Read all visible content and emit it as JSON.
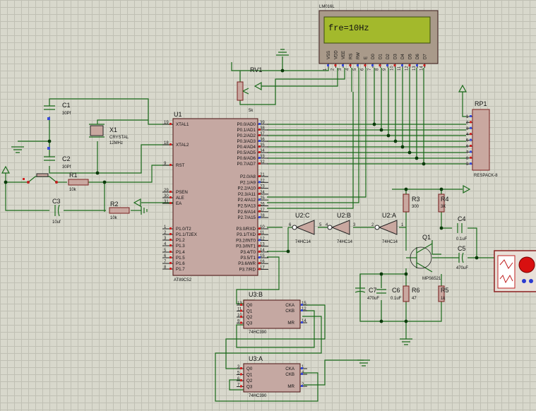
{
  "lcd": {
    "title": "LM016L",
    "display_text": "fre=10Hz",
    "pins": [
      "VSS",
      "VDD",
      "VEE",
      "RS",
      "RW",
      "E",
      "D0",
      "D1",
      "D2",
      "D3",
      "D4",
      "D5",
      "D6",
      "D7"
    ],
    "pin_nums": [
      "1",
      "2",
      "3",
      "4",
      "5",
      "6",
      "7",
      "8",
      "9",
      "10",
      "11",
      "12",
      "13",
      "14"
    ]
  },
  "u1": {
    "ref": "U1",
    "part": "AT89C52",
    "left_pins": [
      {
        "num": "19",
        "name": "XTAL1"
      },
      {
        "num": "18",
        "name": "XTAL2"
      },
      {
        "num": "9",
        "name": "RST"
      },
      {
        "num": "29",
        "name": "PSEN"
      },
      {
        "num": "30",
        "name": "ALE"
      },
      {
        "num": "31",
        "name": "EA"
      },
      {
        "num": "1",
        "name": "P1.0/T2"
      },
      {
        "num": "2",
        "name": "P1.1/T2EX"
      },
      {
        "num": "3",
        "name": "P1.2"
      },
      {
        "num": "4",
        "name": "P1.3"
      },
      {
        "num": "5",
        "name": "P1.4"
      },
      {
        "num": "6",
        "name": "P1.5"
      },
      {
        "num": "7",
        "name": "P1.6"
      },
      {
        "num": "8",
        "name": "P1.7"
      }
    ],
    "right_pins": [
      {
        "num": "39",
        "name": "P0.0/AD0"
      },
      {
        "num": "38",
        "name": "P0.1/AD1"
      },
      {
        "num": "37",
        "name": "P0.2/AD2"
      },
      {
        "num": "36",
        "name": "P0.3/AD3"
      },
      {
        "num": "35",
        "name": "P0.4/AD4"
      },
      {
        "num": "34",
        "name": "P0.5/AD5"
      },
      {
        "num": "33",
        "name": "P0.6/AD6"
      },
      {
        "num": "32",
        "name": "P0.7/AD7"
      },
      {
        "num": "21",
        "name": "P2.0/A8"
      },
      {
        "num": "22",
        "name": "P2.1/A9"
      },
      {
        "num": "23",
        "name": "P2.2/A10"
      },
      {
        "num": "24",
        "name": "P2.3/A11"
      },
      {
        "num": "25",
        "name": "P2.4/A12"
      },
      {
        "num": "26",
        "name": "P2.5/A13"
      },
      {
        "num": "27",
        "name": "P2.6/A14"
      },
      {
        "num": "28",
        "name": "P2.7/A15"
      },
      {
        "num": "10",
        "name": "P3.0/RXD"
      },
      {
        "num": "11",
        "name": "P3.1/TXD"
      },
      {
        "num": "12",
        "name": "P3.2/INT0"
      },
      {
        "num": "13",
        "name": "P3.3/INT1"
      },
      {
        "num": "14",
        "name": "P3.4/T0"
      },
      {
        "num": "15",
        "name": "P3.5/T1"
      },
      {
        "num": "16",
        "name": "P3.6/WR"
      },
      {
        "num": "17",
        "name": "P3.7/RD"
      }
    ]
  },
  "components": {
    "c1": {
      "ref": "C1",
      "value": "30Pf"
    },
    "c2": {
      "ref": "C2",
      "value": "30Pf"
    },
    "x1": {
      "ref": "X1",
      "type": "CRYSTAL",
      "value": "12MHz"
    },
    "r1": {
      "ref": "R1",
      "value": "10k"
    },
    "c3": {
      "ref": "C3",
      "value": "10uf"
    },
    "r2": {
      "ref": "R2",
      "value": "10k"
    },
    "rv1": {
      "ref": "RV1",
      "value": "5k"
    },
    "rp1": {
      "ref": "RP1",
      "part": "RESPACK-8"
    },
    "r3": {
      "ref": "R3",
      "value": "300"
    },
    "r4": {
      "ref": "R4",
      "value": "3K"
    },
    "c4": {
      "ref": "C4",
      "value": "0.1uF"
    },
    "c5": {
      "ref": "C5",
      "value": "470uF"
    },
    "q1": {
      "ref": "Q1",
      "part": "MPS6521"
    },
    "c7": {
      "ref": "C7",
      "value": "470uF"
    },
    "c6": {
      "ref": "C6",
      "value": "0.1uF"
    },
    "r6": {
      "ref": "R6",
      "value": "47"
    },
    "r5": {
      "ref": "R5",
      "value": "1k"
    },
    "u2c": {
      "ref": "U2:C",
      "part": "74HC14"
    },
    "u2b": {
      "ref": "U2:B",
      "part": "74HC14"
    },
    "u2a": {
      "ref": "U2:A",
      "part": "74HC14"
    },
    "u3b": {
      "ref": "U3:B",
      "part": "74HC390"
    },
    "u3a": {
      "ref": "U3:A",
      "part": "74HC390"
    }
  },
  "counter_pins": {
    "left": [
      "Q0",
      "Q1",
      "Q2",
      "Q3"
    ],
    "right": [
      "CKA",
      "CKB",
      "MR"
    ]
  },
  "rp1_pins": [
    "1",
    "2",
    "3",
    "4",
    "5",
    "6",
    "7",
    "8",
    "9"
  ]
}
